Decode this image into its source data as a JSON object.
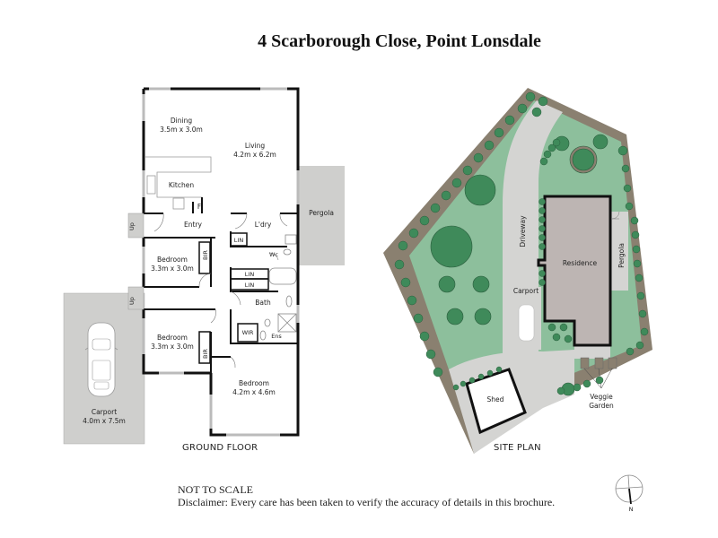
{
  "title": "4 Scarborough Close, Point Lonsdale",
  "ground_floor": {
    "caption": "GROUND FLOOR",
    "rooms": {
      "dining": {
        "name": "Dining",
        "size": "3.5m x 3.0m"
      },
      "living": {
        "name": "Living",
        "size": "4.2m x 6.2m"
      },
      "kitchen": {
        "name": "Kitchen"
      },
      "fridge": {
        "name": "F"
      },
      "entry": {
        "name": "Entry"
      },
      "laundry": {
        "name": "L'dry"
      },
      "lin1": {
        "name": "LIN"
      },
      "lin2": {
        "name": "LIN"
      },
      "lin3": {
        "name": "LIN"
      },
      "wc": {
        "name": "Wc"
      },
      "bath": {
        "name": "Bath"
      },
      "bedroom1": {
        "name": "Bedroom",
        "size": "3.3m x 3.0m"
      },
      "bir1": {
        "name": "BIR"
      },
      "bedroom2": {
        "name": "Bedroom",
        "size": "3.3m x 3.0m"
      },
      "bir2": {
        "name": "BIR"
      },
      "wir": {
        "name": "WIR"
      },
      "ens": {
        "name": "Ens"
      },
      "bedroom3": {
        "name": "Bedroom",
        "size": "4.2m x 4.6m"
      },
      "pergola": {
        "name": "Pergola"
      },
      "carport": {
        "name": "Carport",
        "size": "4.0m x 7.5m"
      },
      "up1": {
        "name": "Up"
      },
      "up2": {
        "name": "Up"
      }
    }
  },
  "site_plan": {
    "caption": "SITE PLAN",
    "labels": {
      "driveway": "Driveway",
      "residence": "Residence",
      "pergola": "Pergola",
      "carport": "Carport",
      "shed": "Shed",
      "veggie_line1": "Veggie",
      "veggie_line2": "Garden"
    },
    "colors": {
      "lawn": "#8dbf9c",
      "garden_bed": "#8a8070",
      "paving": "#d4d4d2",
      "residence": "#bdb5b3",
      "tree": "#3f8a5a",
      "pergola_floor": "#c8c8c6"
    }
  },
  "footer": {
    "scale_note": "NOT TO SCALE",
    "disclaimer": "Disclaimer: Every care has been taken to verify the accuracy of details in this brochure.",
    "compass_label": "N"
  }
}
